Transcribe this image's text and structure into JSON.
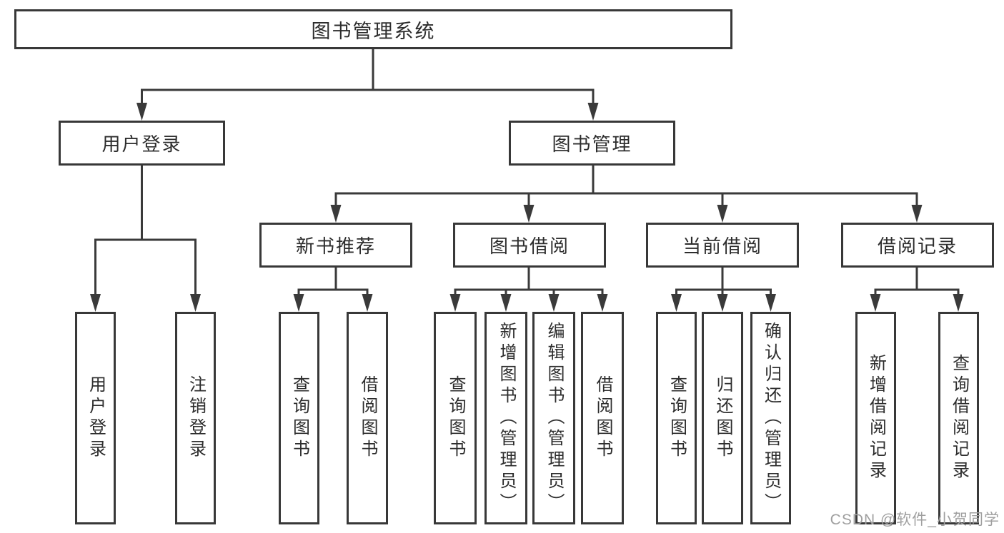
{
  "diagram": {
    "tree": {
      "label": "图书管理系统",
      "children": [
        {
          "label": "用户登录",
          "children": [
            {
              "label": "用户登录"
            },
            {
              "label": "注销登录"
            }
          ]
        },
        {
          "label": "图书管理",
          "children": [
            {
              "label": "新书推荐",
              "children": [
                {
                  "label": "查询图书"
                },
                {
                  "label": "借阅图书"
                }
              ]
            },
            {
              "label": "图书借阅",
              "children": [
                {
                  "label": "查询图书"
                },
                {
                  "label": "新增图书（管理员）"
                },
                {
                  "label": "编辑图书（管理员）"
                },
                {
                  "label": "借阅图书"
                }
              ]
            },
            {
              "label": "当前借阅",
              "children": [
                {
                  "label": "查询图书"
                },
                {
                  "label": "归还图书"
                },
                {
                  "label": "确认归还（管理员）"
                }
              ]
            },
            {
              "label": "借阅记录",
              "children": [
                {
                  "label": "新增借阅记录"
                },
                {
                  "label": "查询借阅记录"
                }
              ]
            }
          ]
        }
      ]
    },
    "colors": {
      "line": "#3a3a3a",
      "box_border": "#383838",
      "text": "#2d2d2d",
      "background": "#ffffff",
      "watermark_text": "#9f9f9f"
    }
  },
  "watermark": {
    "text": "CSDN @软件_小贺同学"
  }
}
